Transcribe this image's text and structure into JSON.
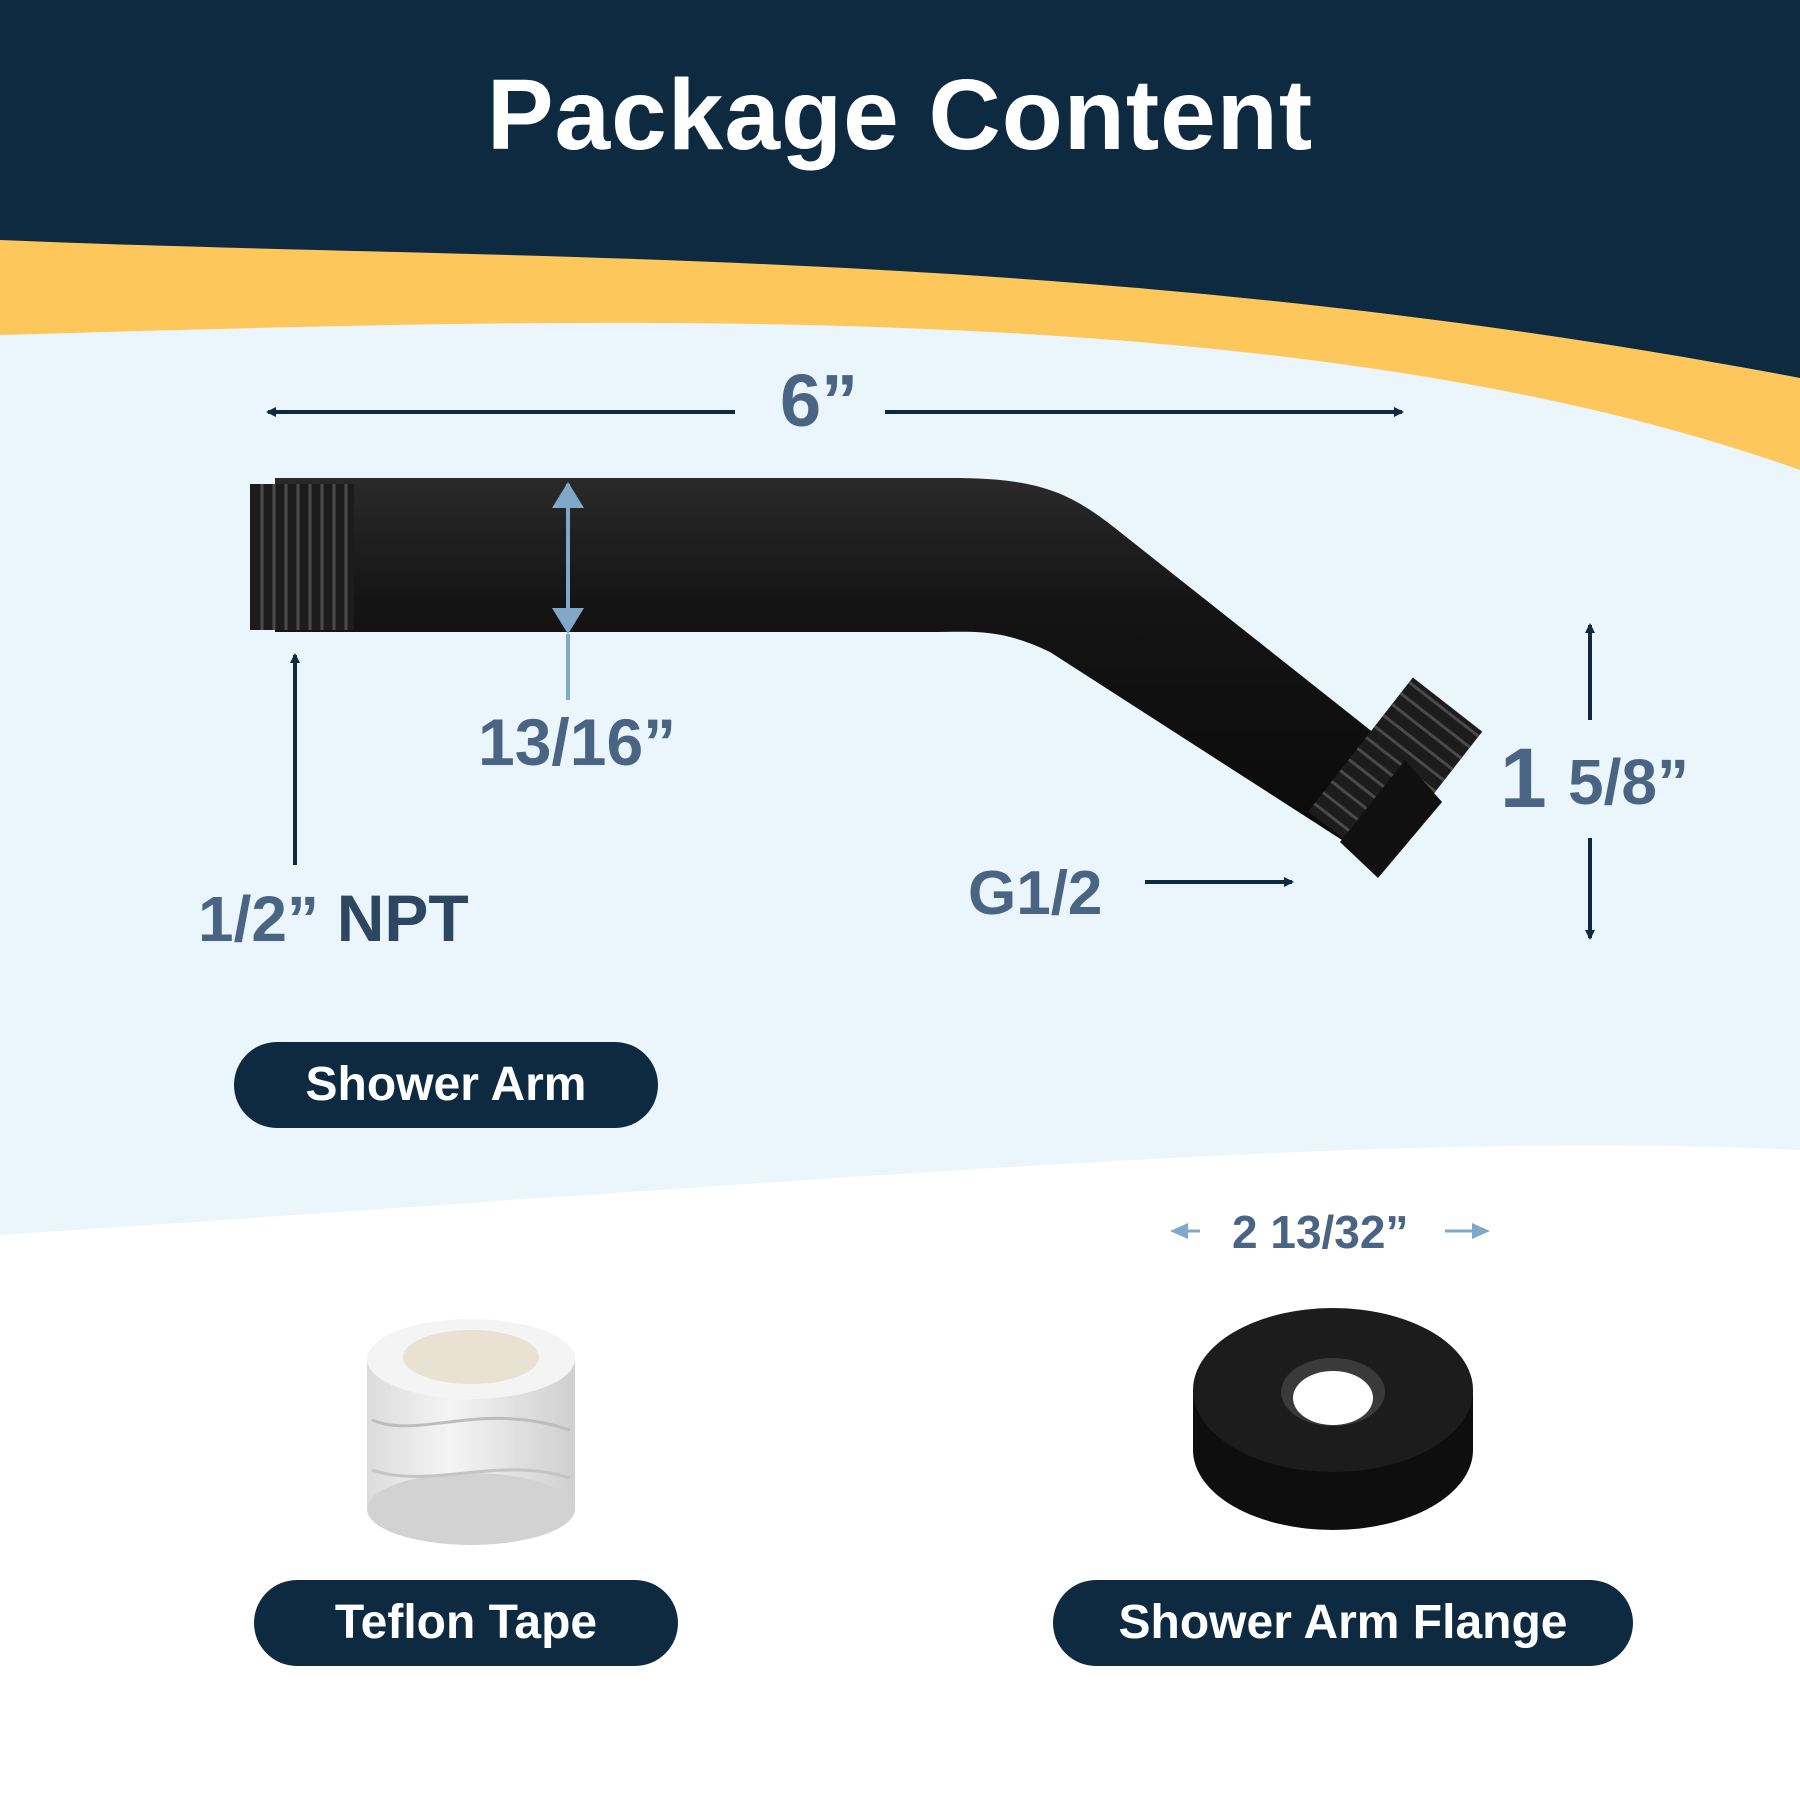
{
  "title": "Package Content",
  "dimensions": {
    "length": "6”",
    "diameter": "13/16”",
    "inlet_size": "1/2”",
    "inlet_type": "NPT",
    "outlet_thread": "G1/2",
    "drop_whole": "1",
    "drop_fraction": "5/8”",
    "flange_diameter": "2 13/32”"
  },
  "labels": {
    "shower_arm": "Shower Arm",
    "teflon_tape": "Teflon Tape",
    "shower_arm_flange": "Shower Arm Flange"
  },
  "colors": {
    "navy": "#0d2a41",
    "gold": "#fec75c",
    "light_blue": "#eaf6fb",
    "dimension_text": "#4a6583",
    "dimension_arrow_light": "#7fa8c9",
    "product_black": "#141414"
  }
}
